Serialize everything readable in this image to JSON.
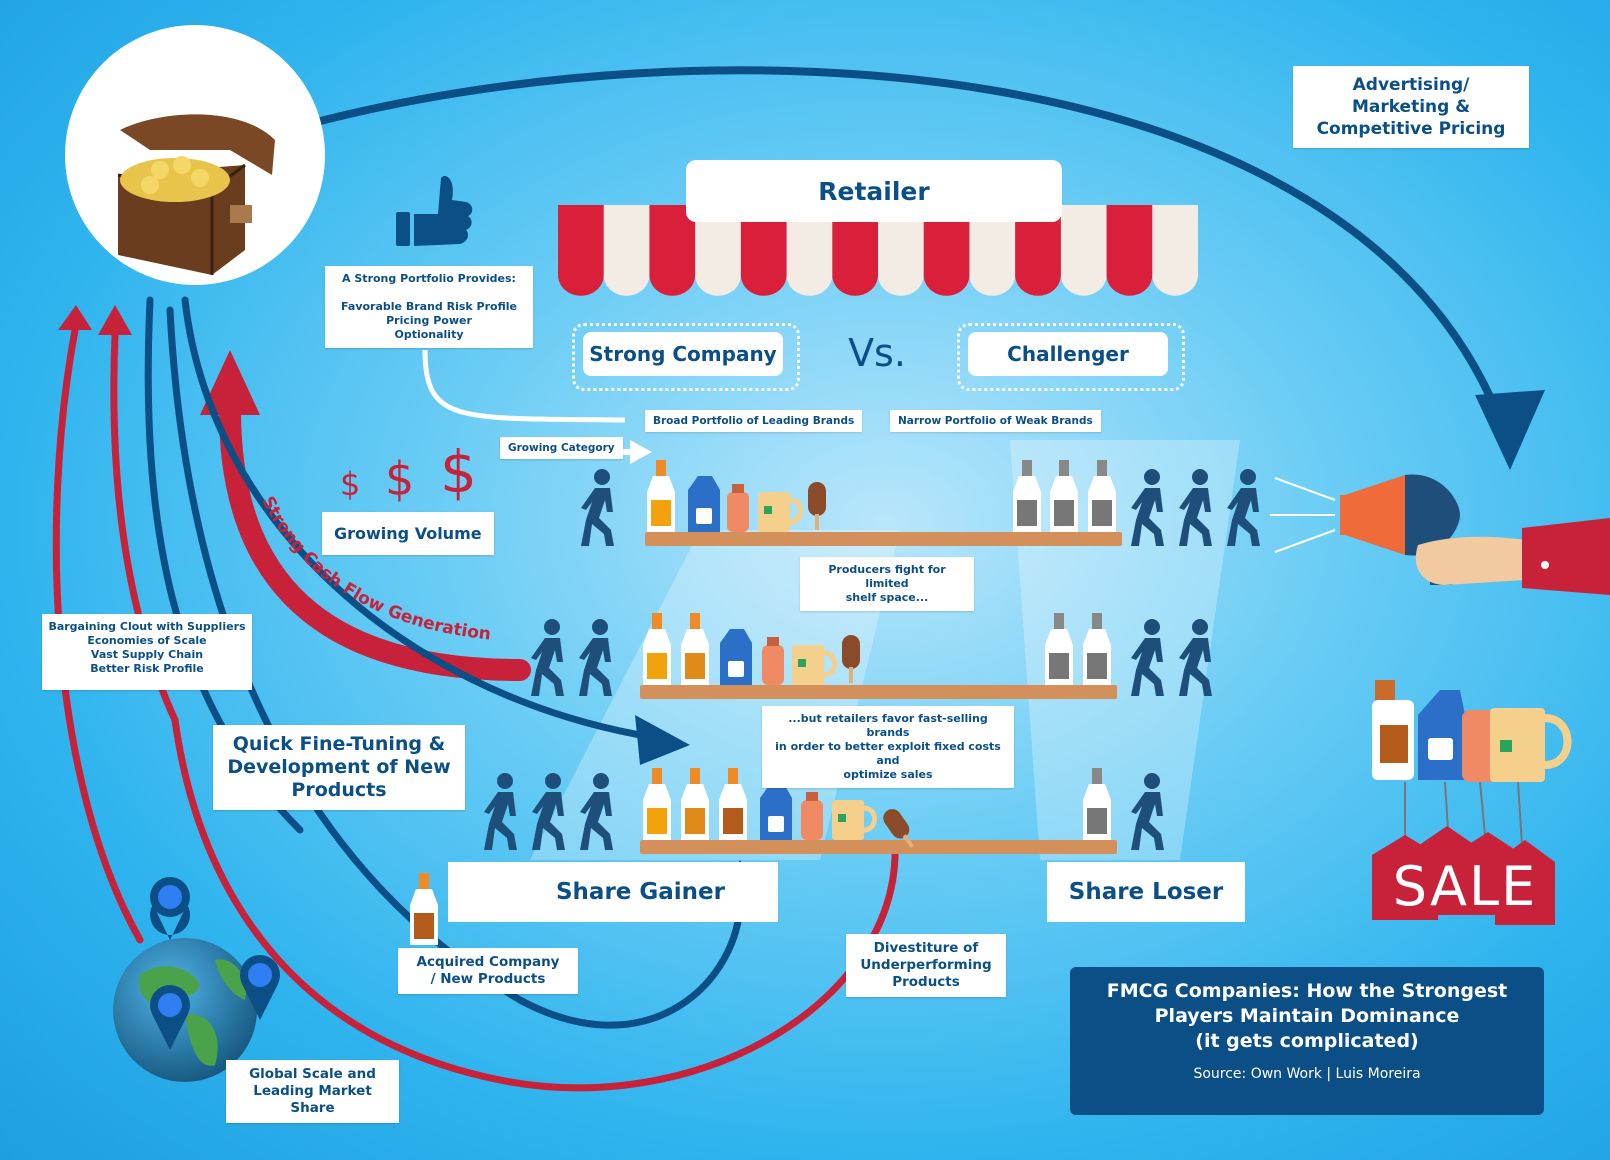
{
  "retailer": {
    "title": "Retailer"
  },
  "comparison": {
    "strong": "Strong Company",
    "vs": "Vs.",
    "challenger": "Challenger"
  },
  "shelf_labels": {
    "broad": "Broad Portfolio of Leading Brands",
    "narrow": "Narrow Portfolio of Weak Brands",
    "growing_category": "Growing Category",
    "fight": "Producers fight for limited\nshelf space...",
    "favor": "...but retailers favor fast-selling brands\nin order to better exploit fixed costs and\noptimize sales"
  },
  "portfolio_box": {
    "title": "A Strong Portfolio Provides:",
    "lines": "Favorable Brand Risk Profile\nPricing Power\nOptionality"
  },
  "dollars": [
    "$",
    "$",
    "$"
  ],
  "growing_volume": "Growing Volume",
  "cash_flow": "Strong Cash Flow Generation",
  "bargaining": "Bargaining Clout with Suppliers\nEconomies of Scale\nVast Supply Chain\nBetter Risk Profile",
  "quick_tuning": "Quick Fine-Tuning &\nDevelopment of New\nProducts",
  "acquired": "Acquired Company\n/ New Products",
  "divestiture": "Divestiture of\nUnderperforming\nProducts",
  "global_scale": "Global Scale and\nLeading Market Share",
  "advertising": "Advertising/\nMarketing &\nCompetitive Pricing",
  "share_gainer": "Share Gainer",
  "share_loser": "Share Loser",
  "sale": "SALE",
  "title_box": {
    "title": "FMCG Companies: How the Strongest\nPlayers Maintain Dominance\n(it gets complicated)",
    "source": "Source: Own Work | Luis Moreira"
  },
  "colors": {
    "navy": "#0b4f86",
    "red": "#c8213a",
    "shelf": "#d4905a",
    "walker": "#1d4f7a"
  },
  "icons": [
    "treasure-chest-icon",
    "thumbs-up-icon",
    "globe-icon",
    "map-pin-icon",
    "megaphone-icon",
    "trophy-icon",
    "walker-icon",
    "bottle-icon",
    "detergent-icon",
    "mug-icon",
    "ice-cream-icon",
    "sale-tag-icon"
  ]
}
